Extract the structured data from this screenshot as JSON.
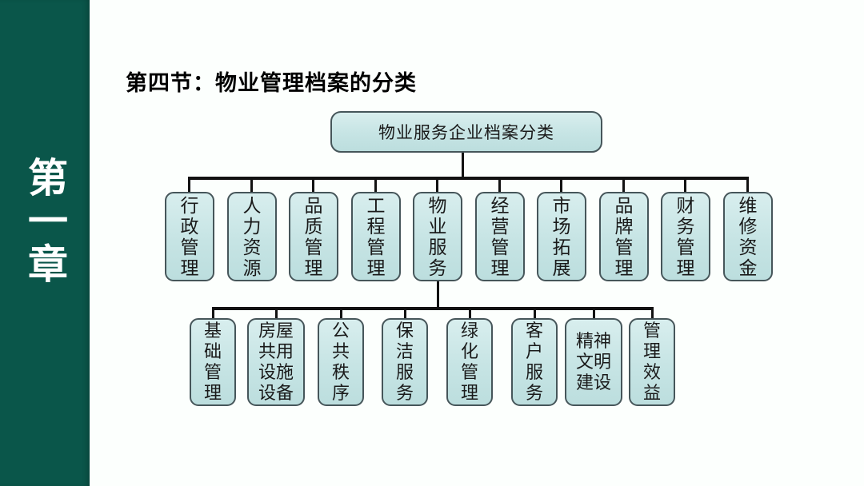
{
  "sidebar": {
    "chapter_label": "第一章"
  },
  "header": {
    "title": "第四节：物业管理档案的分类"
  },
  "diagram": {
    "type": "tree",
    "root": {
      "label": "物业服务企业档案分类"
    },
    "level1": [
      {
        "label": "行政管理"
      },
      {
        "label": "人力资源"
      },
      {
        "label": "品质管理"
      },
      {
        "label": "工程管理"
      },
      {
        "label": "物业服务"
      },
      {
        "label": "经营管理"
      },
      {
        "label": "市场拓展"
      },
      {
        "label": "品牌管理"
      },
      {
        "label": "财务管理"
      },
      {
        "label": "维修资金"
      }
    ],
    "level2_parent": "物业服务",
    "level2": [
      {
        "label": "基础管理"
      },
      {
        "label": "房屋共用设施设备"
      },
      {
        "label": "公共秩序"
      },
      {
        "label": "保洁服务"
      },
      {
        "label": "绿化管理"
      },
      {
        "label": "客户服务"
      },
      {
        "label": "精神文明建设"
      },
      {
        "label": "管理效益"
      }
    ]
  },
  "colors": {
    "sidebar_bg": "#0a564a",
    "sidebar_text": "#ffffff",
    "node_fill": "#c6e4e4",
    "node_border": "#46565a",
    "connector": "#121212",
    "background": "#fcfffd",
    "title_text": "#000000"
  }
}
